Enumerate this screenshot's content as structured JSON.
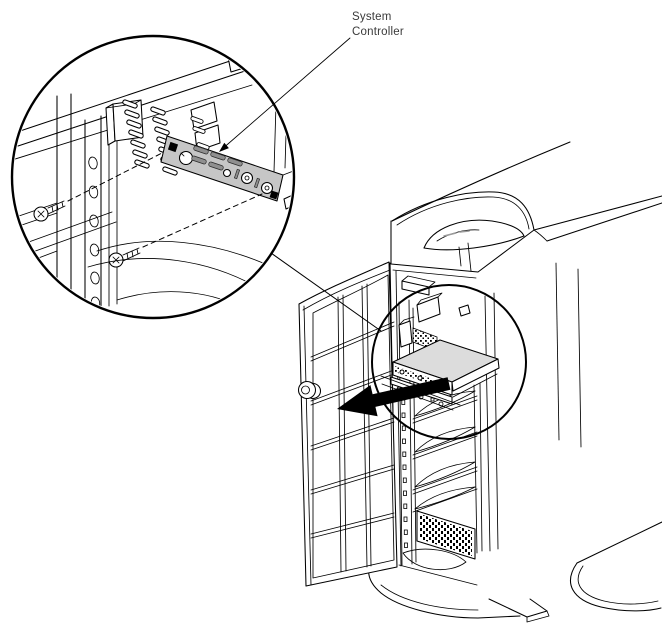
{
  "figure": {
    "type": "technical-illustration",
    "description_visible_text_only": "",
    "callout_label": {
      "line1": "System",
      "line2": "Controller"
    },
    "colors": {
      "ink": "#000000",
      "label-text": "#3a3a3a",
      "faceplate-gray": "#c6c6c6",
      "slot-gray": "#8f8f8f",
      "module-gray": "#dcdcdc",
      "recess-tick-gray": "#9a9a9a"
    }
  }
}
